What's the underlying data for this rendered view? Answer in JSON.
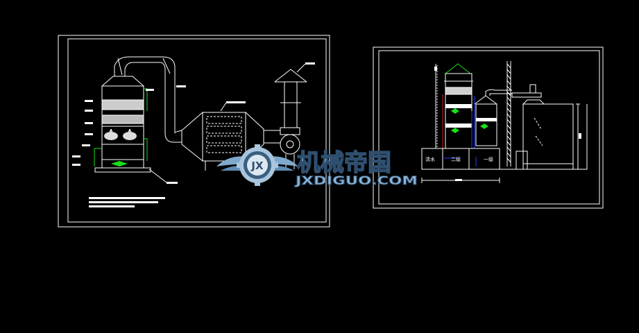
{
  "drawing": {
    "background": "#000000",
    "line_color": "#ffffff",
    "accent_green": "#18e018",
    "accent_blue": "#2a3cff",
    "accent_red": "#e01a1a"
  },
  "right_sheet": {
    "labels": {
      "clear_water": "清水",
      "stage_two": "二级",
      "stage_one": "一级"
    }
  },
  "watermark": {
    "title_cn": "机械帝国",
    "domain": "JXDIGUO.COM",
    "emblem_letters": "JX",
    "color_main": "#8fb8d8",
    "color_dark": "#3a5f80"
  }
}
